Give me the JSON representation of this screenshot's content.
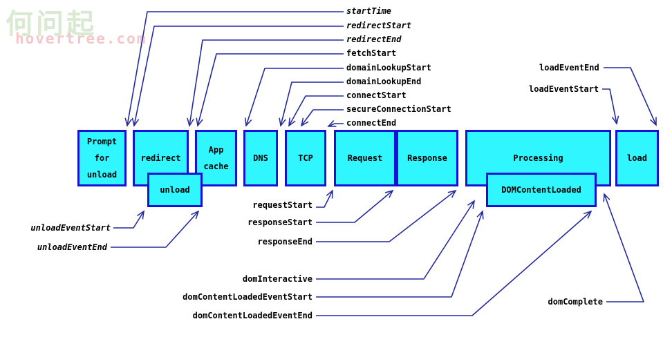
{
  "watermark": {
    "brand": "何问起",
    "site": "hovertree.com"
  },
  "colors": {
    "box_fill": "#30f6ff",
    "box_border": "#1212d9",
    "wire": "#232a9e",
    "label_text": "#000000",
    "watermark_brand": "#d9e9d2",
    "watermark_site": "#f4c6c9"
  },
  "diagram": {
    "boxes": {
      "prompt": "Prompt for unload",
      "redirect": "redirect",
      "unload": "unload",
      "app_cache": "App cache",
      "dns": "DNS",
      "tcp": "TCP",
      "request": "Request",
      "response": "Response",
      "processing": "Processing",
      "dom_content_loaded": "DOMContentLoaded",
      "load": "load"
    },
    "events": {
      "startTime": "startTime",
      "redirectStart": "redirectStart",
      "redirectEnd": "redirectEnd",
      "fetchStart": "fetchStart",
      "domainLookupStart": "domainLookupStart",
      "domainLookupEnd": "domainLookupEnd",
      "connectStart": "connectStart",
      "secureConnectionStart": "secureConnectionStart",
      "connectEnd": "connectEnd",
      "requestStart": "requestStart",
      "responseStart": "responseStart",
      "responseEnd": "responseEnd",
      "unloadEventStart": "unloadEventStart",
      "unloadEventEnd": "unloadEventEnd",
      "domInteractive": "domInteractive",
      "domContentLoadedEventStart": "domContentLoadedEventStart",
      "domContentLoadedEventEnd": "domContentLoadedEventEnd",
      "domComplete": "domComplete",
      "loadEventStart": "loadEventStart",
      "loadEventEnd": "loadEventEnd"
    }
  }
}
